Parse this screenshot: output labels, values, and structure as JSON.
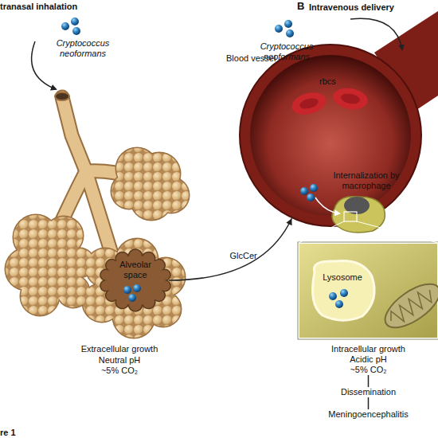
{
  "diagram": {
    "nodes": [
      {
        "text": [
          "Alveolar space"
        ]
      },
      {
        "text": [
          "Blood vessel"
        ]
      },
      {
        "text": [
          "Lysosome"
        ]
      },
      {
        "text": [
          "Intracellular growth",
          "Acidic pH",
          "~5% CO₂"
        ]
      },
      {
        "text": [
          "Dissemination"
        ]
      },
      {
        "text": [
          "Meningoencephalitis"
        ]
      }
    ],
    "edges": [
      {
        "from": 0,
        "to": 1,
        "label": "GlcCer",
        "arrow": "to"
      },
      {
        "from": 3,
        "to": 4,
        "arrow": "to"
      },
      {
        "from": 4,
        "to": 5,
        "arrow": "to"
      }
    ],
    "labels": [
      "tranasal inhalation",
      "Cryptococcus neoformans",
      "B",
      "Intravenous delivery",
      "Cryptococcus neoformans",
      "rbcs",
      "Internalization by macrophage",
      "Extracellular growth",
      "Neutral pH",
      "~5% CO₂",
      "re 1"
    ]
  }
}
